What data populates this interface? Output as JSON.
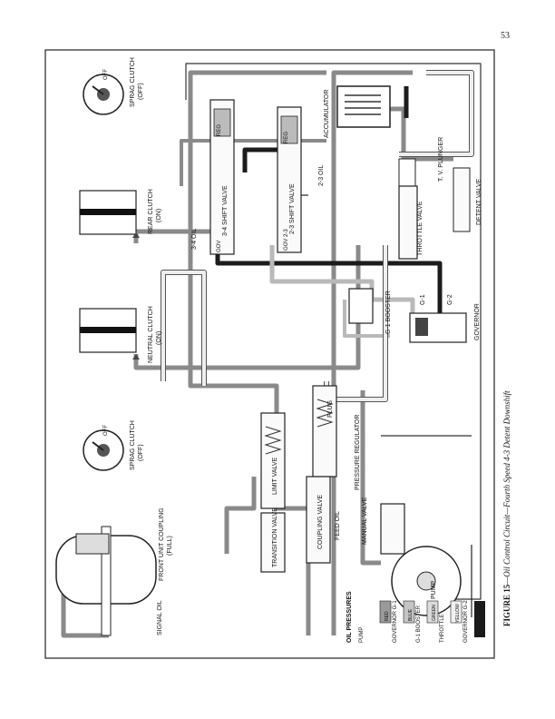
{
  "page_number": "53",
  "caption_prefix": "FIGURE 15",
  "caption_text": "—Oil Control Circuit—Fourth Speed 4-3 Detent Downshift",
  "labels": {
    "sprag_top": "SPRAG CLUTCH",
    "sprag_top_state": "(OFF)",
    "sprag_bottom": "SPRAG CLUTCH",
    "sprag_bottom_state": "(OFF)",
    "off": "OFF",
    "rear_clutch": "REAR CLUTCH",
    "rear_clutch_state": "(ON)",
    "neutral_clutch": "NEUTRAL CLUTCH",
    "neutral_clutch_state": "(ON)",
    "front_unit": "FRONT UNIT COUPLING",
    "front_unit_state": "(FULL)",
    "signal_oil": "SIGNAL OIL",
    "feed_oil": "FEED OIL",
    "coupling_valve": "COUPLING VALVE",
    "transition_valve": "TRANSITION VALVE",
    "limit_valve": "LIMIT VALVE",
    "plug": "PLUG",
    "pressure_regulator": "PRESSURE REGULATOR",
    "manual_valve": "MANUAL VALVE",
    "pump": "PUMP",
    "governor": "GOVERNOR",
    "g1": "G-1",
    "g2": "G-2",
    "g1_booster": "G-1 BOOSTER",
    "shift34": "3-4 SHIFT VALVE",
    "gov": "GOV",
    "reg": "REG",
    "oil34": "3-4 OIL",
    "shift23": "2-3 SHIFT VALVE",
    "gov23": "GOV 2-3",
    "oil23": "2-3 OIL",
    "accumulator": "ACCUMULATOR",
    "tv_plunger": "T. V. PLUNGER",
    "throttle_valve": "THROTTLE VALVE",
    "detent_valve": "DETENT VALVE"
  },
  "legend": {
    "title": "OIL PRESSURES",
    "items": [
      {
        "label": "PUMP",
        "swatch": "",
        "color": "#ffffff"
      },
      {
        "label": "GOVERNOR G-1",
        "swatch": "RED",
        "color": "#9a9a9a"
      },
      {
        "label": "G-1 BOOSTER",
        "swatch": "BLUE",
        "color": "#c4c4c4"
      },
      {
        "label": "THROTTLE",
        "swatch": "GREEN",
        "color": "#dcdcdc"
      },
      {
        "label": "GOVERNOR G-2",
        "swatch": "YELLOW",
        "color": "#f0f0f0"
      },
      {
        "label": "",
        "swatch": "",
        "color": "#1a1a1a"
      }
    ]
  },
  "colors": {
    "pump": "#8a8a8a",
    "governor": "#1c1c1c",
    "booster": "#b9b9b9",
    "throttle": "#d2d2d2",
    "line": "#222222"
  }
}
